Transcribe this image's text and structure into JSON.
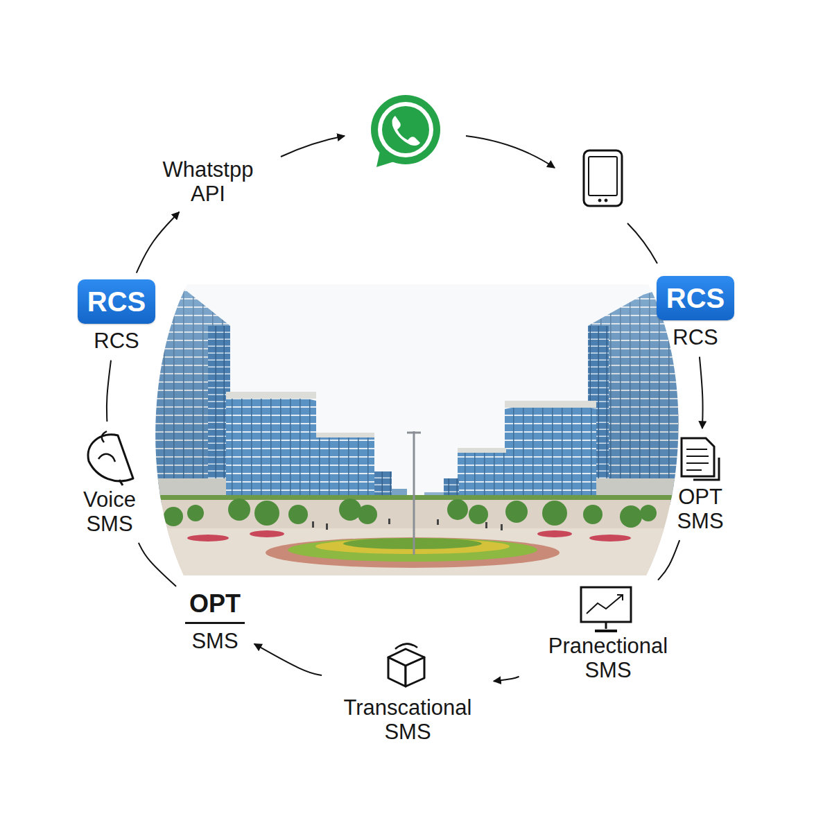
{
  "diagram": {
    "nodes": [
      {
        "text": [
          "Whatstpp API"
        ]
      },
      {
        "text": [
          "RCS",
          "RCS"
        ]
      },
      {
        "text": [
          "RCS",
          "RCS"
        ]
      },
      {
        "text": [
          "Voice SMS"
        ]
      },
      {
        "text": [
          "OPT SMS"
        ]
      },
      {
        "text": [
          "OPT",
          "SMS"
        ]
      },
      {
        "text": [
          "Pranectional SMS"
        ]
      },
      {
        "text": [
          "Transcational SMS"
        ]
      }
    ],
    "edges": [
      {
        "from": 2,
        "to": 4,
        "arrow": "to"
      },
      {
        "from": 4,
        "to": 6,
        "arrow": "none"
      },
      {
        "from": 6,
        "to": 7,
        "arrow": "to"
      },
      {
        "from": 7,
        "to": 5,
        "arrow": "to"
      },
      {
        "from": 5,
        "to": 3,
        "arrow": "none"
      },
      {
        "from": 3,
        "to": 1,
        "arrow": "none"
      },
      {
        "from": 1,
        "to": 0,
        "arrow": "to"
      }
    ]
  }
}
